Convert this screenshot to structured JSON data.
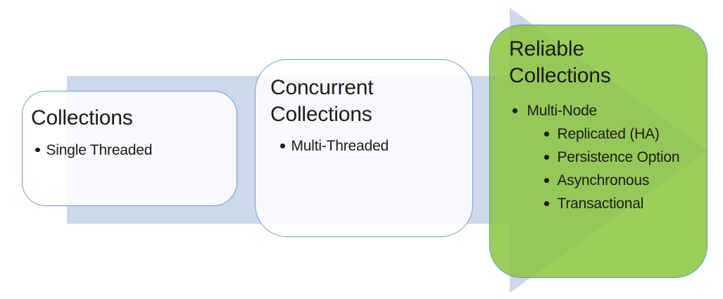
{
  "colors": {
    "background": "#ffffff",
    "arrow_fill": "#cdd8ea",
    "stage_box_fill": "rgba(255,255,255,0.84)",
    "stage_box_border": "#6b9bd2",
    "highlight_box_fill": "rgba(140,198,63,0.85)",
    "highlight_box_border": "#5590cb",
    "text": "#1b1b1b"
  },
  "stages": [
    {
      "title": "Collections",
      "bullets": [
        {
          "text": "Single Threaded",
          "level": 1
        }
      ]
    },
    {
      "title": "Concurrent Collections",
      "bullets": [
        {
          "text": "Multi-Threaded",
          "level": 1
        }
      ]
    },
    {
      "title": "Reliable Collections",
      "bullets": [
        {
          "text": "Multi-Node",
          "level": 1
        },
        {
          "text": "Replicated (HA)",
          "level": 2
        },
        {
          "text": "Persistence Option",
          "level": 2
        },
        {
          "text": "Asynchronous",
          "level": 2
        },
        {
          "text": "Transactional",
          "level": 2
        }
      ]
    }
  ]
}
